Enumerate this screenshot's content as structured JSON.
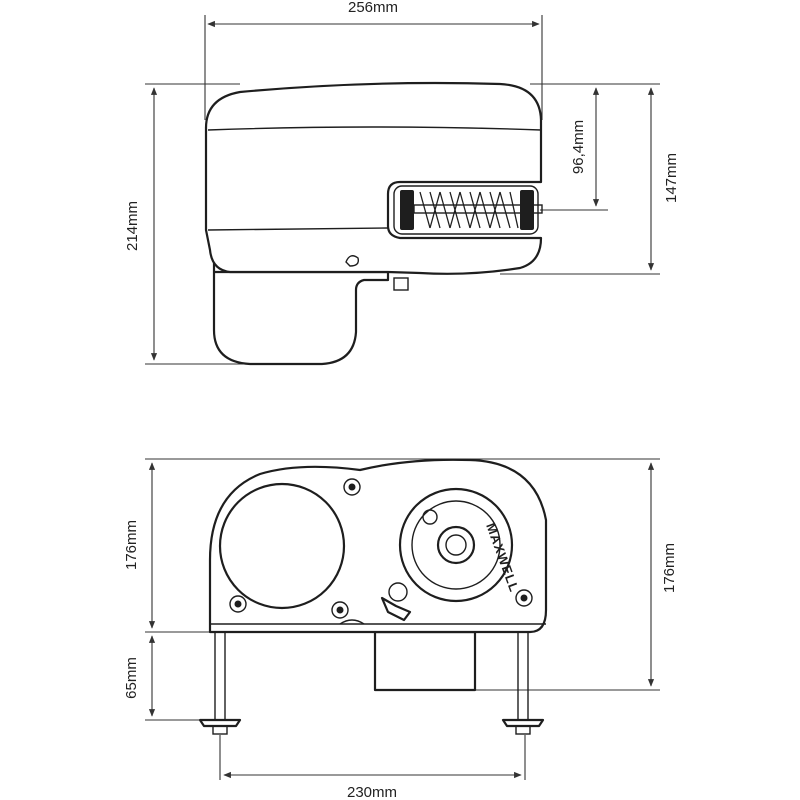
{
  "side_view": {
    "width_label": "256mm",
    "height_label": "214mm",
    "gypsy_height_label": "96,4mm",
    "total_right_label": "147mm"
  },
  "front_view": {
    "height_left_label": "176mm",
    "height_right_label": "176mm",
    "below_deck_label": "65mm",
    "bolt_spacing_label": "230mm",
    "brand_text": "MAXWELL"
  }
}
